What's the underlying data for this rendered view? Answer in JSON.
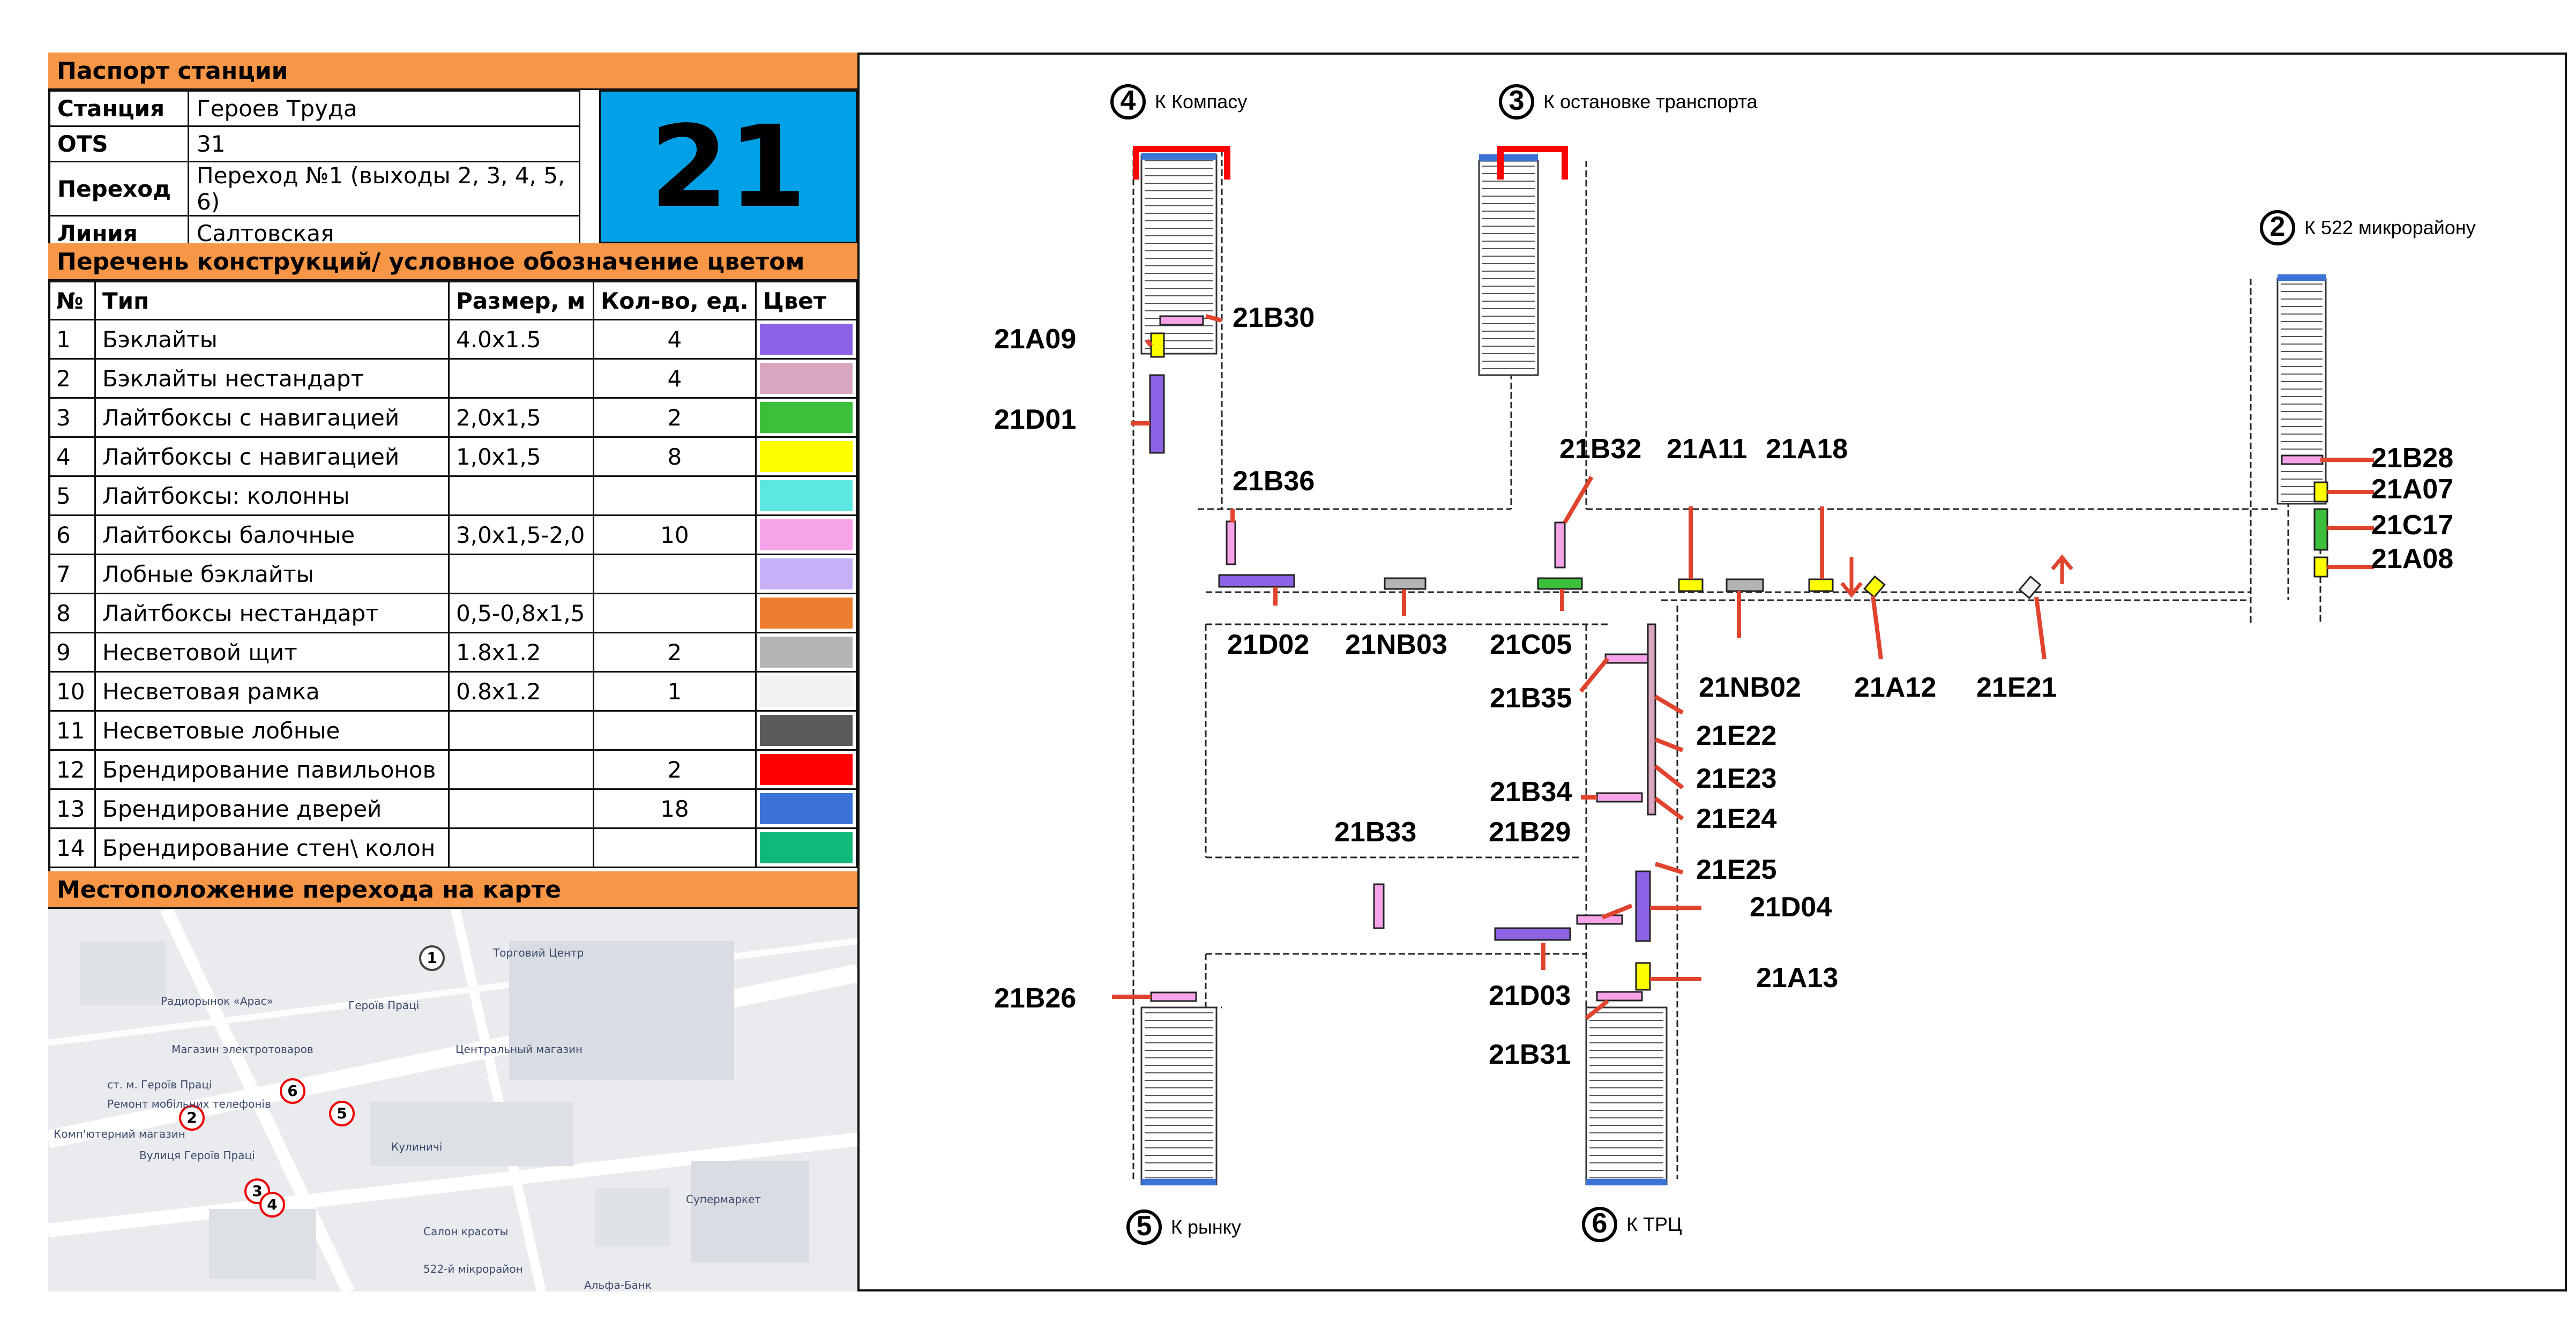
{
  "passport": {
    "title": "Паспорт станции",
    "rows": [
      {
        "key": "Станция",
        "value": "Героев Труда"
      },
      {
        "key": "OTS",
        "value": "31"
      },
      {
        "key": "Переход",
        "value": "Переход №1 (выходы 2, 3, 4, 5, 6)"
      },
      {
        "key": "Линия",
        "value": "Салтовская"
      }
    ],
    "number": "21"
  },
  "constructions": {
    "title": "Перечень конструкций/ условное обозначение цветом",
    "headers": [
      "№",
      "Тип",
      "Размер, м",
      "Кол-во, ед.",
      "Цвет"
    ],
    "rows": [
      {
        "n": "1",
        "type": "Бэклайты",
        "size": "4.0x1.5",
        "qty": "4",
        "color": "#8b63e4"
      },
      {
        "n": "2",
        "type": "Бэклайты нестандарт",
        "size": "",
        "qty": "4",
        "color": "#d8a7bf"
      },
      {
        "n": "3",
        "type": "Лайтбоксы с навигацией",
        "size": "2,0x1,5",
        "qty": "2",
        "color": "#3cc03c"
      },
      {
        "n": "4",
        "type": "Лайтбоксы с навигацией",
        "size": "1,0x1,5",
        "qty": "8",
        "color": "#ffff00"
      },
      {
        "n": "5",
        "type": "Лайтбоксы: колонны",
        "size": "",
        "qty": "",
        "color": "#5ce8e0"
      },
      {
        "n": "6",
        "type": "Лайтбоксы балочные",
        "size": "3,0x1,5-2,0",
        "qty": "10",
        "color": "#f7a3ea"
      },
      {
        "n": "7",
        "type": "Лобные бэклайты",
        "size": "",
        "qty": "",
        "color": "#c8b0f7"
      },
      {
        "n": "8",
        "type": "Лайтбоксы нестандарт",
        "size": "0,5-0,8x1,5",
        "qty": "",
        "color": "#ed7d31"
      },
      {
        "n": "9",
        "type": "Несветовой щит",
        "size": "1.8x1.2",
        "qty": "2",
        "color": "#b4b4b4"
      },
      {
        "n": "10",
        "type": "Несветовая рамка",
        "size": "0.8x1.2",
        "qty": "1",
        "color": "#f2f2f2"
      },
      {
        "n": "11",
        "type": "Несветовые лобные",
        "size": "",
        "qty": "",
        "color": "#5a5a5a"
      },
      {
        "n": "12",
        "type": "Брендирование павильонов",
        "size": "",
        "qty": "2",
        "color": "#ff0000"
      },
      {
        "n": "13",
        "type": "Брендирование дверей",
        "size": "",
        "qty": "18",
        "color": "#3b73d6"
      },
      {
        "n": "14",
        "type": "Брендирование стен\\ колон",
        "size": "",
        "qty": "",
        "color": "#10b97a"
      }
    ]
  },
  "map": {
    "title": "Местоположение перехода на карте",
    "markers": [
      "1",
      "2",
      "3",
      "4",
      "5",
      "6"
    ],
    "labels": [
      "Радиорынок «Арас»",
      "Магазин электротоваров",
      "Героїв Праці",
      "ст. м. Героїв Праці",
      "Ремонт мобільних телефонів",
      "Комп'ютерний магазин",
      "Вулиця Героїв Праці",
      "Супермаркет",
      "Салон красоты",
      "Кулиничі",
      "Центральный магазин",
      "522-й мікрорайон",
      "Торговий Центр",
      "Альфа-Банк"
    ]
  },
  "diagram": {
    "exits": {
      "e4": {
        "num": "4",
        "label": "К Компасу"
      },
      "e3": {
        "num": "3",
        "label": "К остановке транспорта"
      },
      "e2": {
        "num": "2",
        "label": "К 522 микрорайону"
      },
      "e5": {
        "num": "5",
        "label": "К рынку"
      },
      "e6": {
        "num": "6",
        "label": "К ТРЦ"
      }
    },
    "labels": {
      "A09": "21A09",
      "B30": "21B30",
      "D01": "21D01",
      "B36": "21B36",
      "D02": "21D02",
      "NB03": "21NB03",
      "B32": "21B32",
      "C05": "21C05",
      "A11": "21A11",
      "A18": "21A18",
      "NB02": "21NB02",
      "A12": "21A12",
      "E21": "21E21",
      "B28": "21B28",
      "A07": "21A07",
      "C17": "21C17",
      "A08": "21A08",
      "B35": "21B35",
      "E22": "21E22",
      "E23": "21E23",
      "E24": "21E24",
      "E25": "21E25",
      "B34": "21B34",
      "B33": "21B33",
      "B29": "21B29",
      "D04": "21D04",
      "D03": "21D03",
      "A13": "21A13",
      "B26": "21B26",
      "B31": "21B31"
    }
  }
}
